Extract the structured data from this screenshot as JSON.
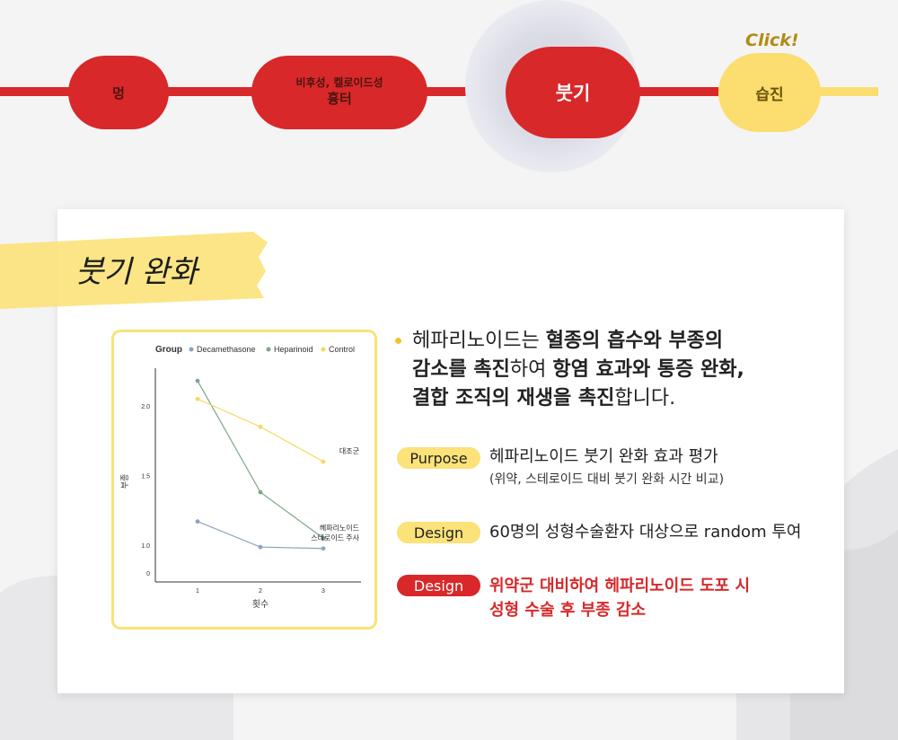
{
  "steps": [
    {
      "id": "bruise",
      "label": "멍"
    },
    {
      "id": "scar",
      "line1": "비후성, 켈로이드성",
      "line2": "흉터"
    },
    {
      "id": "swelling",
      "label": "붓기"
    },
    {
      "id": "pigment",
      "label": "습진"
    }
  ],
  "click_label": "Click!",
  "section_title": "붓기 완화",
  "lead": {
    "p1": "헤파리노이드는 ",
    "b1": "혈종의 흡수와 부종의",
    "b2": "감소를 촉진",
    "p2": "하여 ",
    "b3": "항염 효과와 통증 완화,",
    "b4": "결합 조직의 재생을 촉진",
    "p3": "합니다."
  },
  "rows": [
    {
      "tag": "Purpose",
      "text": "헤파리노이드 붓기 완화 효과 평가",
      "sub": "(위약, 스테로이드 대비 붓기 완화 시간 비교)"
    },
    {
      "tag": "Design",
      "text": "60명의 성형수술환자 대상으로 random 투여"
    },
    {
      "tag": "Design",
      "line1": "위약군 대비하여 헤파리노이드 도포 시",
      "line2": "성형 수술 후 부종 감소"
    }
  ],
  "colors": {
    "red": "#d8282a",
    "yellow": "#fbdd70",
    "decamethasone": "#8aa4c0",
    "heparinoid": "#7fa78a",
    "control": "#f7d95c"
  },
  "chart_data": {
    "type": "line",
    "legend_title": "Group",
    "legend": [
      "Decamethasone",
      "Heparinoid",
      "Control"
    ],
    "ylabel": "부종",
    "xlabel": "횟수",
    "x": [
      1,
      2,
      3
    ],
    "yticks": [
      "0",
      "1.0",
      "1.5",
      "2.0"
    ],
    "series": [
      {
        "key": "heparinoid",
        "label": "헤파리노이드",
        "values": [
          2.18,
          1.38,
          1.05
        ]
      },
      {
        "key": "control",
        "label": "대조군",
        "values": [
          2.05,
          1.85,
          1.6
        ]
      },
      {
        "key": "decamethasone",
        "label": "스테로이드 주사",
        "values": [
          1.17,
          0.93,
          0.88
        ]
      }
    ]
  }
}
